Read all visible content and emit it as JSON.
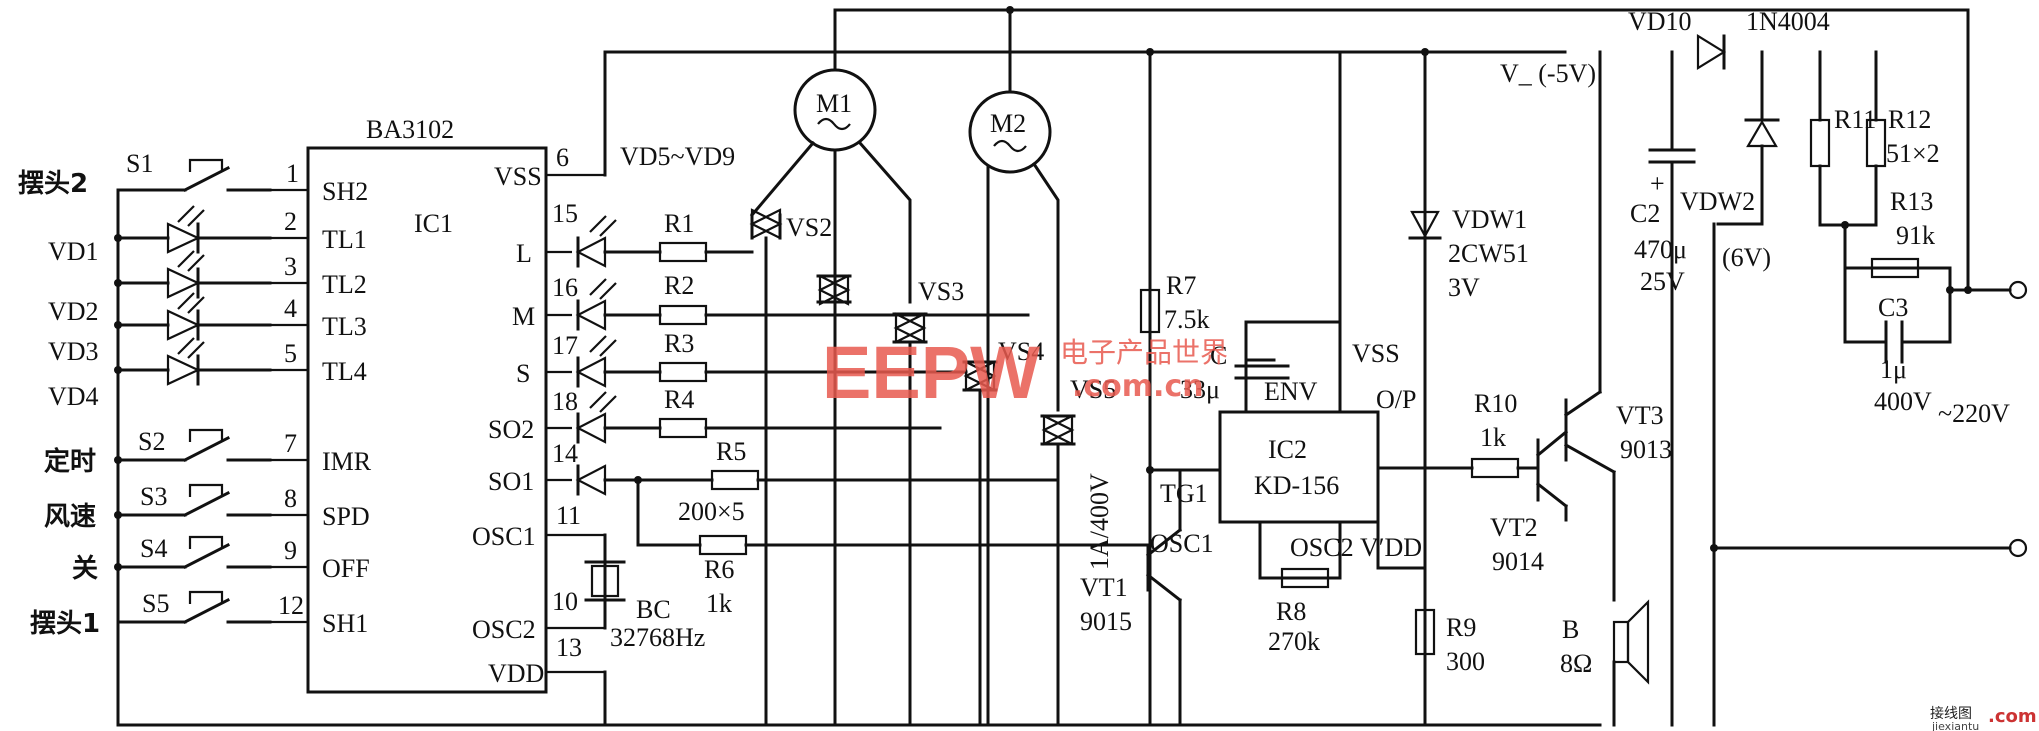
{
  "ic1": {
    "name": "BA3102",
    "ref": "IC1",
    "left_pins": [
      {
        "num": "1",
        "name": "SH2"
      },
      {
        "num": "2",
        "name": "TL1"
      },
      {
        "num": "3",
        "name": "TL2"
      },
      {
        "num": "4",
        "name": "TL3"
      },
      {
        "num": "5",
        "name": "TL4"
      },
      {
        "num": "7",
        "name": "IMR"
      },
      {
        "num": "8",
        "name": "SPD"
      },
      {
        "num": "9",
        "name": "OFF"
      },
      {
        "num": "12",
        "name": "SH1"
      }
    ],
    "right_pins": [
      {
        "num": "6",
        "name": "VSS"
      },
      {
        "num": "15",
        "name": "L"
      },
      {
        "num": "16",
        "name": "M"
      },
      {
        "num": "17",
        "name": "S"
      },
      {
        "num": "18",
        "name": "SO2"
      },
      {
        "num": "14",
        "name": "SO1"
      },
      {
        "num": "11",
        "name": "OSC1"
      },
      {
        "num": "10",
        "name": "OSC2"
      },
      {
        "num": "13",
        "name": "VDD"
      }
    ]
  },
  "inputs": [
    {
      "label": "摆头2",
      "switch": "S1"
    },
    {
      "label": "VD1"
    },
    {
      "label": "VD2"
    },
    {
      "label": "VD3"
    },
    {
      "label": "VD4"
    },
    {
      "label": "定时",
      "switch": "S2"
    },
    {
      "label": "风速",
      "switch": "S3"
    },
    {
      "label": "关",
      "switch": "S4"
    },
    {
      "label": "摆头1",
      "switch": "S5"
    }
  ],
  "leds_label": "VD5~VD9",
  "resistors": {
    "r1": "R1",
    "r2": "R2",
    "r3": "R3",
    "r4": "R4",
    "r5": "R5",
    "r5_value": "200×5",
    "r6": "R6",
    "r6_value": "1k",
    "r7": "R7",
    "r7_value": "7.5k",
    "r8": "R8",
    "r8_value": "270k",
    "r9": "R9",
    "r9_value": "300",
    "r10": "R10",
    "r10_value": "1k",
    "r11": "R11",
    "r12": "R12",
    "r1112_value": "51×2",
    "r13": "R13",
    "r13_value": "91k"
  },
  "crystal": {
    "ref": "BC",
    "value": "32768Hz"
  },
  "motors": [
    "M1",
    "M2"
  ],
  "triacs": [
    "VS2",
    "VS3",
    "VS4",
    "VS5"
  ],
  "triac_rating": "1A/400V",
  "transistors": {
    "vt1": "VT1",
    "vt1_type": "9015",
    "vt2": "VT2",
    "vt2_type": "9014",
    "vt3": "VT3",
    "vt3_type": "9013"
  },
  "ic2": {
    "ref": "IC2",
    "name": "KD-156",
    "env": "ENV",
    "vss": "VSS",
    "op": "O/P",
    "tg": "TG1",
    "osc1": "OSC1",
    "osc2": "OSC2",
    "vdd": "V′DD"
  },
  "cap_env": {
    "ref": "C",
    "value": "33μ"
  },
  "zener1": {
    "ref": "VDW1",
    "type": "2CW51",
    "value": "3V"
  },
  "zener2": {
    "ref": "VDW2",
    "value": "(6V)"
  },
  "diode10": {
    "ref": "VD10",
    "type": "1N4004"
  },
  "cap2": {
    "ref": "C2",
    "value1": "470μ",
    "value2": "25V"
  },
  "cap3": {
    "ref": "C3",
    "value1": "1μ",
    "value2": "400V"
  },
  "supply": {
    "vminus": "V_ (-5V)",
    "mains": "~220V"
  },
  "speaker": {
    "ref": "B",
    "value": "8Ω"
  },
  "watermark": {
    "logo": "EEPW",
    "cn": "电子产品世界",
    "url": ".com.cn"
  },
  "footer_logo": {
    "cn": "接线图",
    "url": "jiexiantu",
    "com": ".com"
  }
}
